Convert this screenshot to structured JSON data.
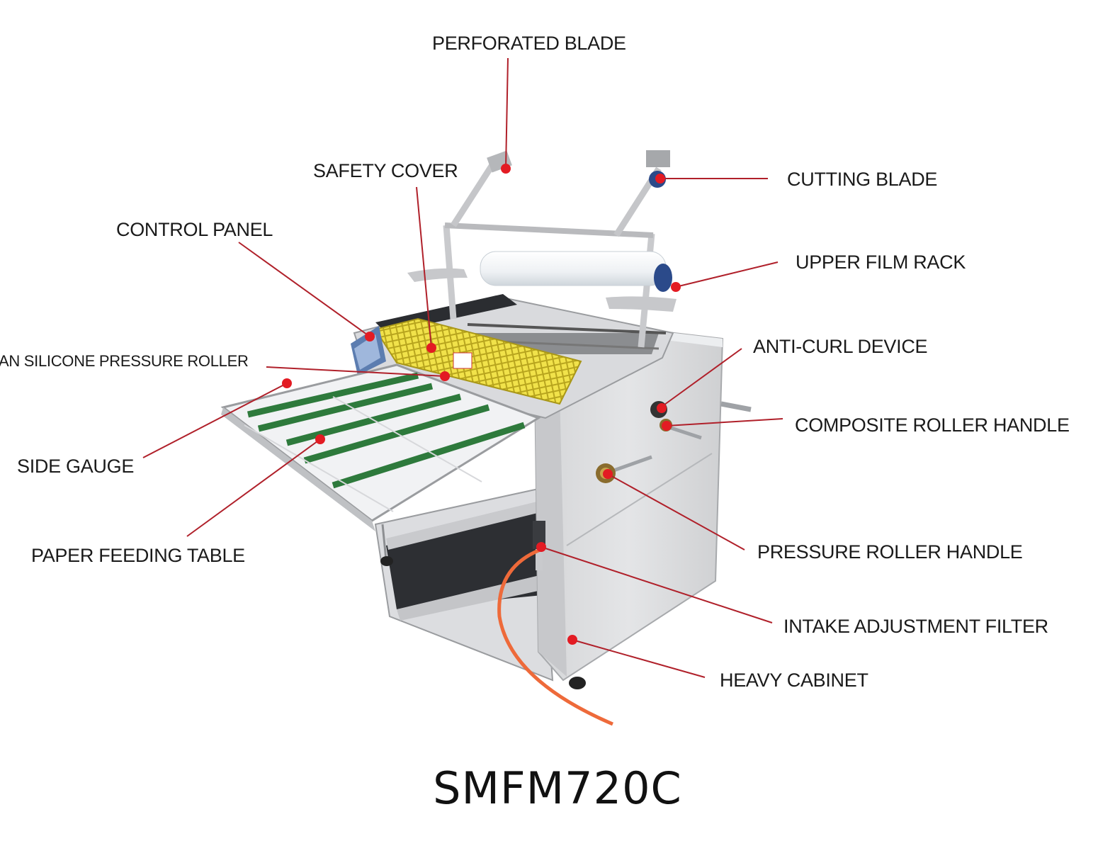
{
  "model": "SMFM720C",
  "accent_color": "#e31b23",
  "leader_color": "#b0202a",
  "labels": {
    "perforated_blade": "PERFORATED BLADE",
    "safety_cover": "SAFETY COVER",
    "cutting_blade": "CUTTING BLADE",
    "control_panel": "CONTROL PANEL",
    "upper_film_rack": "UPPER FILM RACK",
    "silicone_pressure_roller": "AN SILICONE PRESSURE ROLLER",
    "anti_curl_device": "ANTI-CURL DEVICE",
    "composite_roller_handle": "COMPOSITE ROLLER HANDLE",
    "side_gauge": "SIDE GAUGE",
    "paper_feeding_table": "PAPER FEEDING TABLE",
    "pressure_roller_handle": "PRESSURE ROLLER HANDLE",
    "intake_adjustment_filter": "INTAKE ADJUSTMENT FILTER",
    "heavy_cabinet": "HEAVY CABINET"
  }
}
